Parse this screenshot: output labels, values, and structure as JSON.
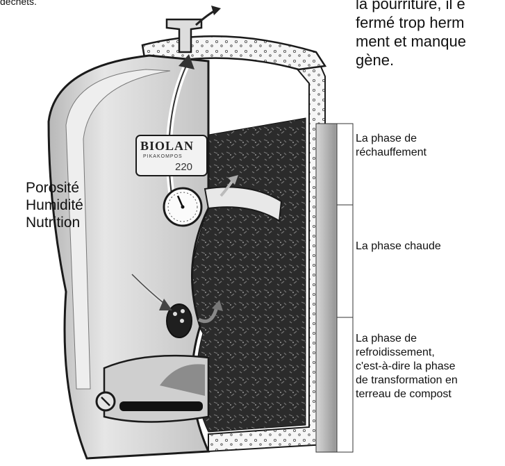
{
  "text_top_left": "déchets.",
  "text_top_right": [
    "la pourriture, il e",
    "fermé trop herm",
    "ment et manque",
    "gène."
  ],
  "left_labels": [
    "Porosité",
    "Humidité",
    "Nutrition"
  ],
  "phases": [
    {
      "lines": [
        "La phase de",
        "réchauffement"
      ]
    },
    {
      "lines": [
        "La phase chaude"
      ]
    },
    {
      "lines": [
        "La phase de",
        "refroidissement,",
        "c'est-à-dire la phase",
        "de transformation en",
        "terreau de compost"
      ]
    }
  ],
  "device": {
    "brand": "BIOLAN",
    "brand_sub": "PIKAKOMPOS",
    "model": "220"
  },
  "colors": {
    "body": "#dcdcdc",
    "outline": "#1a1a1a",
    "compost": "#2a2a2a",
    "insulation": "#f4f4f4"
  }
}
